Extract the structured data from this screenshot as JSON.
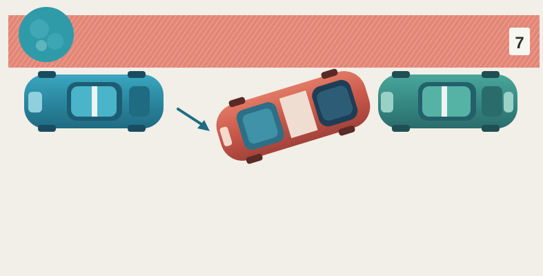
{
  "scene": {
    "description_free": true,
    "curb_sign": {
      "text": "7",
      "icon": "road-sign-icon"
    },
    "tree": {
      "icon": "tree-icon"
    },
    "vehicles": [
      {
        "name": "parked-car-rear",
        "color": "#2e8fa6",
        "icon": "car-icon"
      },
      {
        "name": "maneuvering-car",
        "color": "#c8584a",
        "icon": "car-icon"
      },
      {
        "name": "parked-car-front",
        "color": "#3a8a86",
        "icon": "car-icon"
      }
    ],
    "direction_arrow": {
      "icon": "arrow-icon"
    },
    "colors": {
      "background": "#f1efe7",
      "curb_strip": "#e28677",
      "tree": "#2f9aa8",
      "sign_bg": "#f7f7f2",
      "sign_text": "#2f2f2f"
    }
  }
}
